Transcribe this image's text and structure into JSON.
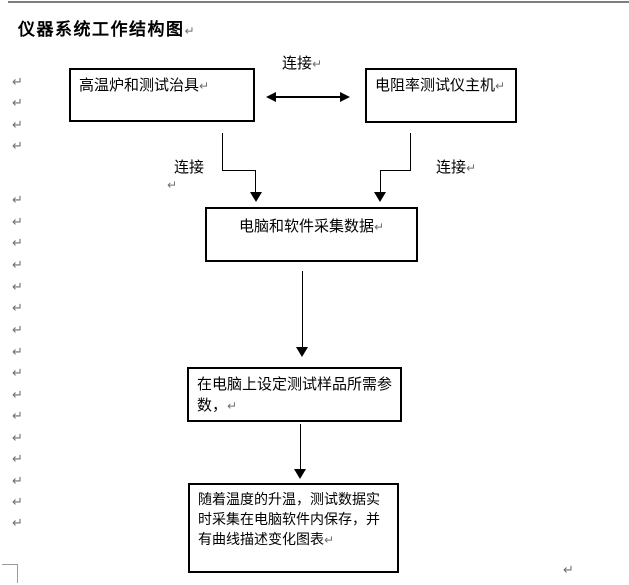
{
  "title": "仪器系统工作结构图",
  "marks": {
    "pilcrow": "↵"
  },
  "flowchart": {
    "box_furnace": "高温炉和测试治具",
    "box_host": "电阻率测试仪主机",
    "box_computer": "电脑和软件采集数据",
    "box_params": "在电脑上设定测试样品所需参数，",
    "box_record": "随着温度的升温，测试数据实时采集在电脑软件内保存，并有曲线描述变化图表",
    "label_top": "连接",
    "label_left": "连接",
    "label_right": "连接"
  },
  "colors": {
    "line": "#000000",
    "page_edge": "#7e7e7e",
    "pilcrow": "#6f6f6f",
    "background": "#ffffff"
  }
}
